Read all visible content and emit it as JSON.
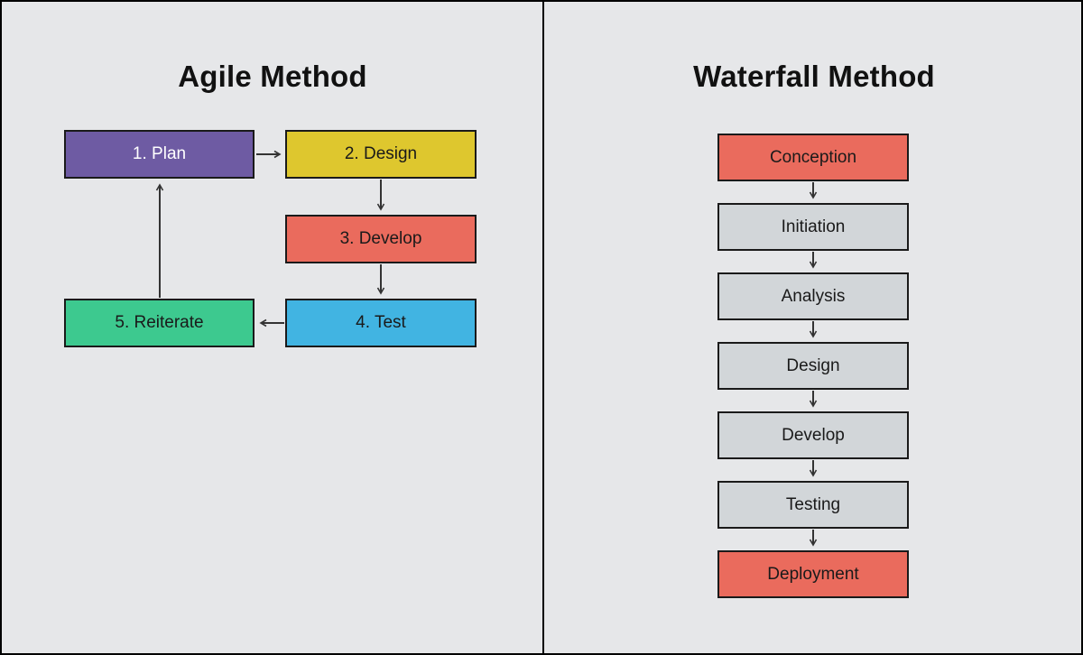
{
  "colors": {
    "background": "#E6E7E9",
    "box_border": "#1A1A1A",
    "arrow": "#333333",
    "purple": "#6E5BA3",
    "yellow": "#DEC72E",
    "salmon": "#EA6B5D",
    "blue": "#41B4E2",
    "green": "#3DC98F",
    "gray": "#D2D6D9"
  },
  "agile": {
    "title": "Agile Method",
    "nodes": [
      {
        "label": "1. Plan",
        "color": "#6E5BA3",
        "text_color": "#FFFFFF"
      },
      {
        "label": "2. Design",
        "color": "#DEC72E",
        "text_color": "#1A1A1A"
      },
      {
        "label": "3. Develop",
        "color": "#EA6B5D",
        "text_color": "#1A1A1A"
      },
      {
        "label": "4. Test",
        "color": "#41B4E2",
        "text_color": "#1A1A1A"
      },
      {
        "label": "5. Reiterate",
        "color": "#3DC98F",
        "text_color": "#1A1A1A"
      }
    ],
    "edges": [
      "1. Plan -> 2. Design",
      "2. Design -> 3. Develop",
      "3. Develop -> 4. Test",
      "4. Test -> 5. Reiterate",
      "5. Reiterate -> 1. Plan"
    ]
  },
  "waterfall": {
    "title": "Waterfall Method",
    "nodes": [
      {
        "label": "Conception",
        "color": "#EA6B5D",
        "text_color": "#1A1A1A"
      },
      {
        "label": "Initiation",
        "color": "#D2D6D9",
        "text_color": "#1A1A1A"
      },
      {
        "label": "Analysis",
        "color": "#D2D6D9",
        "text_color": "#1A1A1A"
      },
      {
        "label": "Design",
        "color": "#D2D6D9",
        "text_color": "#1A1A1A"
      },
      {
        "label": "Develop",
        "color": "#D2D6D9",
        "text_color": "#1A1A1A"
      },
      {
        "label": "Testing",
        "color": "#D2D6D9",
        "text_color": "#1A1A1A"
      },
      {
        "label": "Deployment",
        "color": "#EA6B5D",
        "text_color": "#1A1A1A"
      }
    ],
    "edges": [
      "Conception -> Initiation",
      "Initiation -> Analysis",
      "Analysis -> Design",
      "Design -> Develop",
      "Develop -> Testing",
      "Testing -> Deployment"
    ]
  }
}
